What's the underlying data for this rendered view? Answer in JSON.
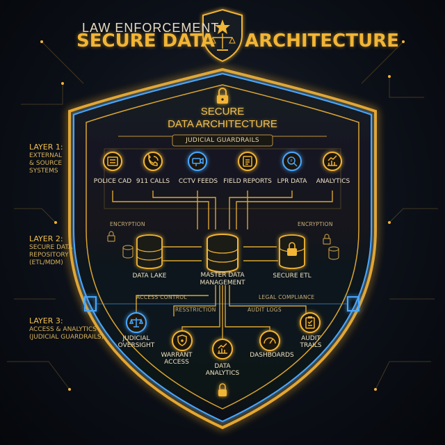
{
  "header": {
    "subtitle": "LAW ENFORCEMENT",
    "title_left": "SECURE DATA",
    "title_right": "ARCHITECTURE"
  },
  "shield": {
    "title_line1": "SECURE",
    "title_line2": "DATA ARCHITECTURE",
    "banner": "JUDICIAL GUARDRAILS"
  },
  "layers": [
    {
      "name": "LAYER 1:",
      "desc": [
        "EXTERNAL",
        "& SOURCE",
        "SYSTEMS"
      ]
    },
    {
      "name": "LAYER 2:",
      "desc": [
        "SECURE DATA",
        "REPOSITORY",
        "(ETL/MDM)"
      ]
    },
    {
      "name": "LAYER 3:",
      "desc": [
        "ACCESS & ANALYTICS",
        "(JUDICIAL GUARDRAILS)"
      ]
    }
  ],
  "sources": [
    {
      "label": "POLICE CAD",
      "icon": "cad-icon"
    },
    {
      "label": "911 CALLS",
      "icon": "phone-icon"
    },
    {
      "label": "CCTV FEEDS",
      "icon": "camera-icon"
    },
    {
      "label": "FIELD REPORTS",
      "icon": "report-icon"
    },
    {
      "label": "LPR DATA",
      "icon": "scan-icon"
    },
    {
      "label": "ANALYTICS",
      "icon": "chart-icon"
    }
  ],
  "repository": {
    "encryption_left": "ENCRYPTION",
    "encryption_right": "ENCRYPTION",
    "data_lake": "DATA LAKE",
    "mdm_line1": "MASTER DATA",
    "mdm_line2": "MANAGEMENT",
    "secure_etl": "SECURE ETL"
  },
  "controls": {
    "access_control": "ACCESS CONTROL",
    "restriction": "RESSTRICTION",
    "legal_compliance": "LEGAL COMPLIANCE",
    "audit_logs": "AUDIT LOGS"
  },
  "access": [
    {
      "label_lines": [
        "JUDICIAL",
        "OVERSIGHT"
      ],
      "icon": "scales-icon"
    },
    {
      "label_lines": [
        "WARRANT",
        "ACCESS"
      ],
      "icon": "shield-lock-icon"
    },
    {
      "label_lines": [
        "DATA",
        "ANALYTICS"
      ],
      "icon": "bar-chart-icon"
    },
    {
      "label_lines": [
        "DASHBOARDS"
      ],
      "icon": "gauge-icon"
    },
    {
      "label_lines": [
        "AUDIT",
        "TRAILS"
      ],
      "icon": "clipboard-icon"
    }
  ],
  "colors": {
    "gold": "#f2b535",
    "gold_glow": "#ffd56a",
    "blue": "#4aa8ff",
    "panel": "#12161d"
  }
}
